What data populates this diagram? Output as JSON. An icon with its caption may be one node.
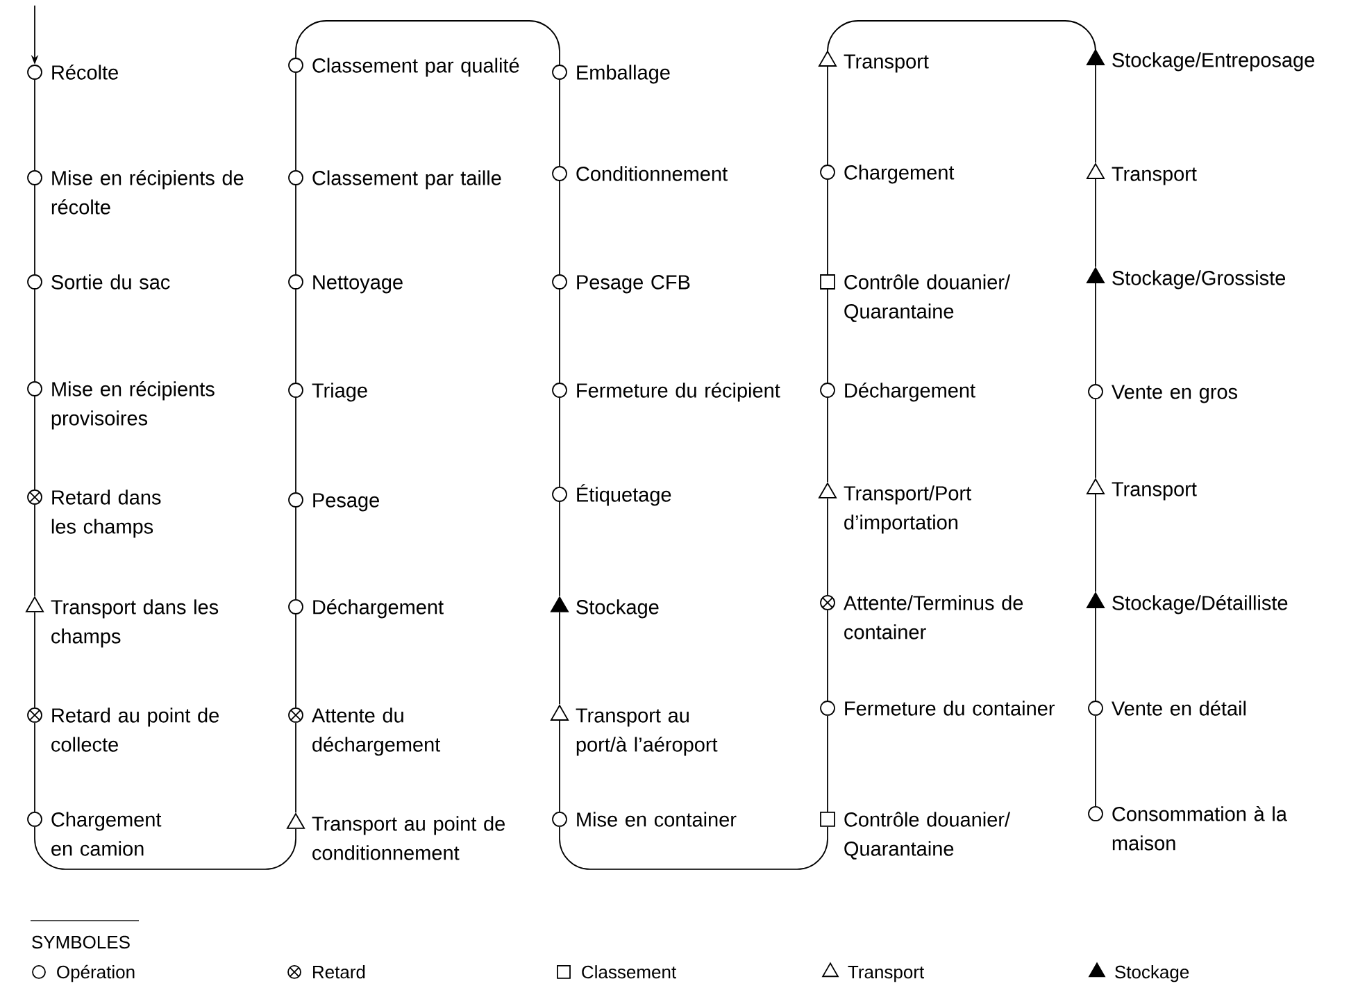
{
  "diagram": {
    "nodes": [
      {
        "text": [],
        "shape": "circle",
        "beside": [
          "Récolte"
        ]
      },
      {
        "text": [],
        "shape": "circle",
        "beside": [
          "Mise en récipients de récolte"
        ]
      },
      {
        "text": [],
        "shape": "circle",
        "beside": [
          "Sortie du sac"
        ]
      },
      {
        "text": [],
        "shape": "circle",
        "beside": [
          "Mise en récipients provisoires"
        ]
      },
      {
        "text": [],
        "shape": "crossed-circle",
        "beside": [
          "Retard dans les champs"
        ]
      },
      {
        "text": [],
        "shape": "triangle",
        "beside": [
          "Transport dans les champs"
        ]
      },
      {
        "text": [],
        "shape": "crossed-circle",
        "beside": [
          "Retard au point de collecte"
        ]
      },
      {
        "text": [],
        "shape": "circle",
        "beside": [
          "Chargement en camion"
        ]
      },
      {
        "text": [],
        "shape": "triangle",
        "beside": [
          "Transport au point de conditionnement"
        ]
      },
      {
        "text": [],
        "shape": "crossed-circle",
        "beside": [
          "Attente du déchargement"
        ]
      },
      {
        "text": [],
        "shape": "circle",
        "beside": [
          "Déchargement"
        ]
      },
      {
        "text": [],
        "shape": "circle",
        "beside": [
          "Pesage"
        ]
      },
      {
        "text": [],
        "shape": "circle",
        "beside": [
          "Triage"
        ]
      },
      {
        "text": [],
        "shape": "circle",
        "beside": [
          "Nettoyage"
        ]
      },
      {
        "text": [],
        "shape": "circle",
        "beside": [
          "Classement par taille"
        ]
      },
      {
        "text": [],
        "shape": "circle",
        "beside": [
          "Classement par qualité"
        ]
      },
      {
        "text": [],
        "shape": "circle",
        "beside": [
          "Emballage"
        ]
      },
      {
        "text": [],
        "shape": "circle",
        "beside": [
          "Conditionnement"
        ]
      },
      {
        "text": [],
        "shape": "circle",
        "beside": [
          "Pesage CFB"
        ]
      },
      {
        "text": [],
        "shape": "circle",
        "beside": [
          "Fermeture du récipient"
        ]
      },
      {
        "text": [],
        "shape": "circle",
        "beside": [
          "Étiquetage"
        ]
      },
      {
        "text": [],
        "shape": "filled-triangle",
        "beside": [
          "Stockage"
        ]
      },
      {
        "text": [],
        "shape": "triangle",
        "beside": [
          "Transport au port/à l’aéroport"
        ]
      },
      {
        "text": [],
        "shape": "circle",
        "beside": [
          "Mise en container"
        ]
      },
      {
        "text": [],
        "shape": "square",
        "beside": [
          "Contrôle douanier/ Quarantaine"
        ]
      },
      {
        "text": [],
        "shape": "circle",
        "beside": [
          "Fermeture du container"
        ]
      },
      {
        "text": [],
        "shape": "crossed-circle",
        "beside": [
          "Attente/Terminus de container"
        ]
      },
      {
        "text": [],
        "shape": "triangle",
        "beside": [
          "Transport/Port d’importation"
        ]
      },
      {
        "text": [],
        "shape": "circle",
        "beside": [
          "Déchargement"
        ]
      },
      {
        "text": [],
        "shape": "square",
        "beside": [
          "Contrôle douanier/ Quarantaine"
        ]
      },
      {
        "text": [],
        "shape": "circle",
        "beside": [
          "Chargement"
        ]
      },
      {
        "text": [],
        "shape": "triangle",
        "beside": [
          "Transport"
        ]
      },
      {
        "text": [],
        "shape": "filled-triangle",
        "beside": [
          "Stockage/Entreposage"
        ]
      },
      {
        "text": [],
        "shape": "triangle",
        "beside": [
          "Transport"
        ]
      },
      {
        "text": [],
        "shape": "filled-triangle",
        "beside": [
          "Stockage/Grossiste"
        ]
      },
      {
        "text": [],
        "shape": "circle",
        "beside": [
          "Vente en gros"
        ]
      },
      {
        "text": [],
        "shape": "triangle",
        "beside": [
          "Transport"
        ]
      },
      {
        "text": [],
        "shape": "filled-triangle",
        "beside": [
          "Stockage/Détailliste"
        ]
      },
      {
        "text": [],
        "shape": "circle",
        "beside": [
          "Vente en détail"
        ]
      },
      {
        "text": [],
        "shape": "circle",
        "beside": [
          "Consommation à la maison"
        ]
      }
    ],
    "edges": [
      {
        "from": null,
        "to": 0,
        "arrow": "to"
      },
      {
        "from": 0,
        "to": 1,
        "arrow": "none"
      },
      {
        "from": 1,
        "to": 2,
        "arrow": "none"
      },
      {
        "from": 2,
        "to": 3,
        "arrow": "none"
      },
      {
        "from": 3,
        "to": 4,
        "arrow": "none"
      },
      {
        "from": 4,
        "to": 5,
        "arrow": "none"
      },
      {
        "from": 5,
        "to": 6,
        "arrow": "none"
      },
      {
        "from": 6,
        "to": 7,
        "arrow": "none"
      },
      {
        "from": 7,
        "to": 8,
        "arrow": "none"
      },
      {
        "from": 8,
        "to": 9,
        "arrow": "none"
      },
      {
        "from": 9,
        "to": 10,
        "arrow": "none"
      },
      {
        "from": 10,
        "to": 11,
        "arrow": "none"
      },
      {
        "from": 11,
        "to": 12,
        "arrow": "none"
      },
      {
        "from": 12,
        "to": 13,
        "arrow": "none"
      },
      {
        "from": 13,
        "to": 14,
        "arrow": "none"
      },
      {
        "from": 14,
        "to": 15,
        "arrow": "none"
      },
      {
        "from": 15,
        "to": 16,
        "arrow": "none"
      },
      {
        "from": 16,
        "to": 17,
        "arrow": "none"
      },
      {
        "from": 17,
        "to": 18,
        "arrow": "none"
      },
      {
        "from": 18,
        "to": 19,
        "arrow": "none"
      },
      {
        "from": 19,
        "to": 20,
        "arrow": "none"
      },
      {
        "from": 20,
        "to": 21,
        "arrow": "none"
      },
      {
        "from": 21,
        "to": 22,
        "arrow": "none"
      },
      {
        "from": 22,
        "to": 23,
        "arrow": "none"
      },
      {
        "from": 23,
        "to": 24,
        "arrow": "none"
      },
      {
        "from": 24,
        "to": 25,
        "arrow": "none"
      },
      {
        "from": 25,
        "to": 26,
        "arrow": "none"
      },
      {
        "from": 26,
        "to": 27,
        "arrow": "none"
      },
      {
        "from": 27,
        "to": 28,
        "arrow": "none"
      },
      {
        "from": 28,
        "to": 29,
        "arrow": "none"
      },
      {
        "from": 29,
        "to": 30,
        "arrow": "none"
      },
      {
        "from": 30,
        "to": 31,
        "arrow": "none"
      },
      {
        "from": 31,
        "to": 32,
        "arrow": "none"
      },
      {
        "from": 32,
        "to": 33,
        "arrow": "none"
      },
      {
        "from": 33,
        "to": 34,
        "arrow": "none"
      },
      {
        "from": 34,
        "to": 35,
        "arrow": "none"
      },
      {
        "from": 35,
        "to": 36,
        "arrow": "none"
      },
      {
        "from": 36,
        "to": 37,
        "arrow": "none"
      },
      {
        "from": 37,
        "to": 38,
        "arrow": "none"
      },
      {
        "from": 38,
        "to": 39,
        "arrow": "none"
      }
    ],
    "labels": [
      "SYMBOLES"
    ],
    "legend": [
      {
        "text": "Opération"
      },
      {
        "text": "Retard"
      },
      {
        "text": "Classement"
      },
      {
        "text": "Transport"
      },
      {
        "text": "Stockage"
      }
    ]
  }
}
